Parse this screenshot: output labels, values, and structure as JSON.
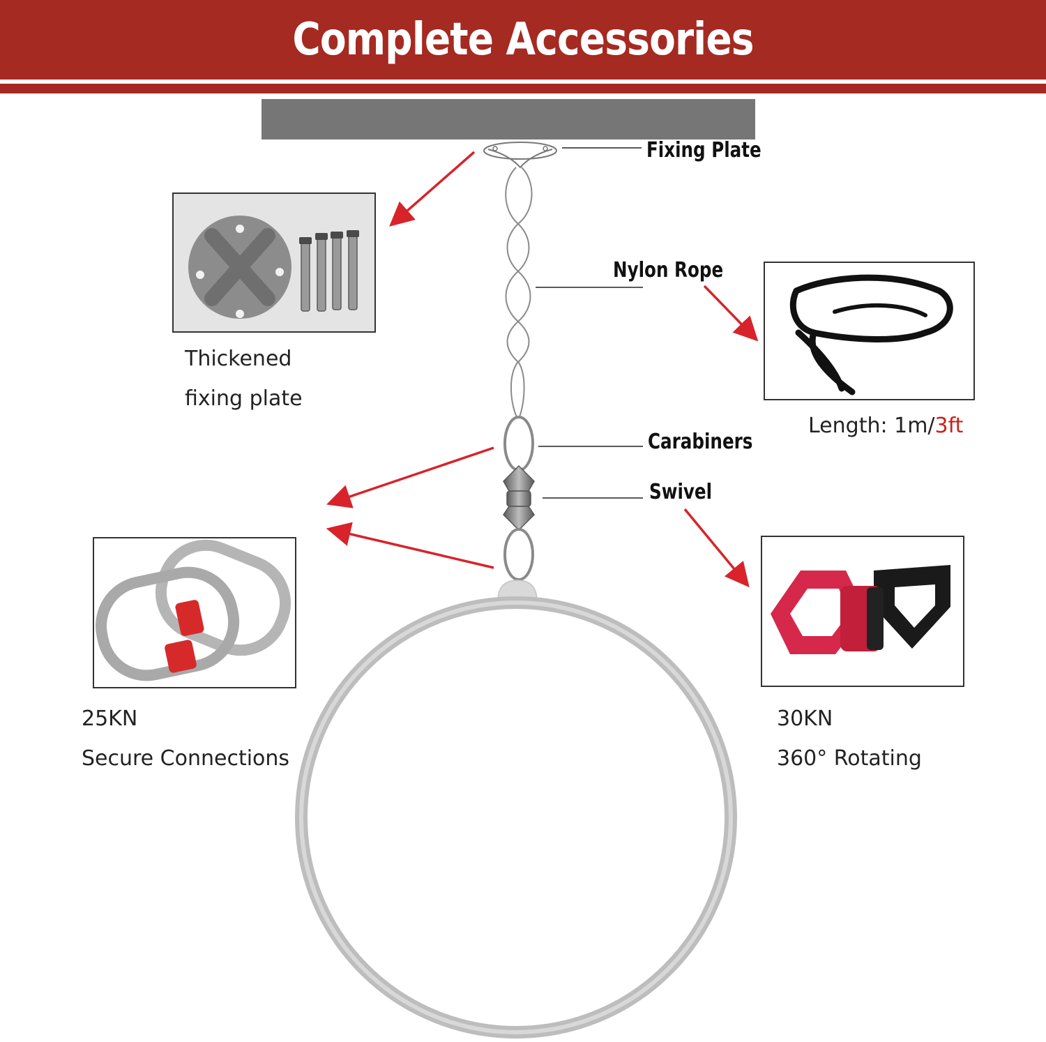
{
  "header": {
    "title": "Complete Accessories"
  },
  "labels": {
    "fixing_plate": "Fixing Plate",
    "nylon_rope": "Nylon Rope",
    "carabiners": "Carabiners",
    "swivel": "Swivel"
  },
  "fixing_plate_panel": {
    "line1": "Thickened",
    "line2": "fixing plate"
  },
  "rope_panel": {
    "length_prefix": "Length: 1m/",
    "length_ft": "3ft"
  },
  "carabiner_panel": {
    "line1": "25KN",
    "line2": "Secure Connections"
  },
  "swivel_panel": {
    "line1": "30KN",
    "line2": "360° Rotating"
  },
  "colors": {
    "header_red": "#a42a22",
    "arrow_red": "#d8232a",
    "accent_red": "#c8231c",
    "ceiling_gray": "#767676"
  }
}
